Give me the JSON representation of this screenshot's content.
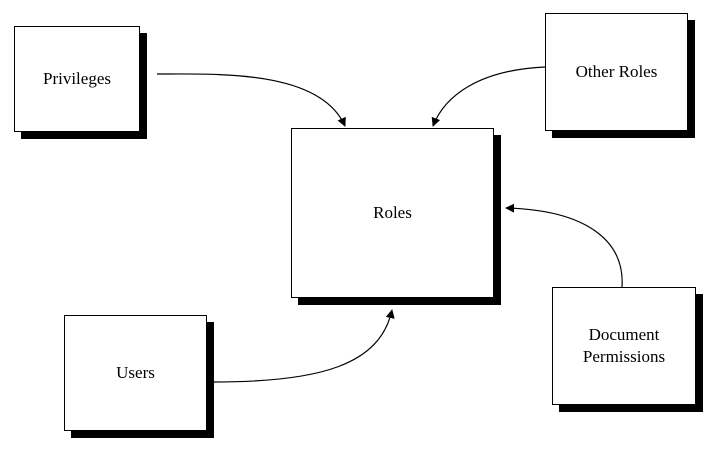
{
  "diagram": {
    "nodes": {
      "privileges": {
        "label": "Privileges"
      },
      "other_roles": {
        "label": "Other Roles"
      },
      "roles": {
        "label": "Roles"
      },
      "users": {
        "label": "Users"
      },
      "document_permissions": {
        "line1": "Document",
        "line2": "Permissions"
      }
    },
    "edges": [
      {
        "from": "Privileges",
        "to": "Roles"
      },
      {
        "from": "Other Roles",
        "to": "Roles"
      },
      {
        "from": "Users",
        "to": "Roles"
      },
      {
        "from": "Document Permissions",
        "to": "Roles"
      }
    ],
    "colors": {
      "line": "#000000",
      "shadow": "#000000",
      "box_fill": "#ffffff",
      "background": "#ffffff"
    }
  }
}
